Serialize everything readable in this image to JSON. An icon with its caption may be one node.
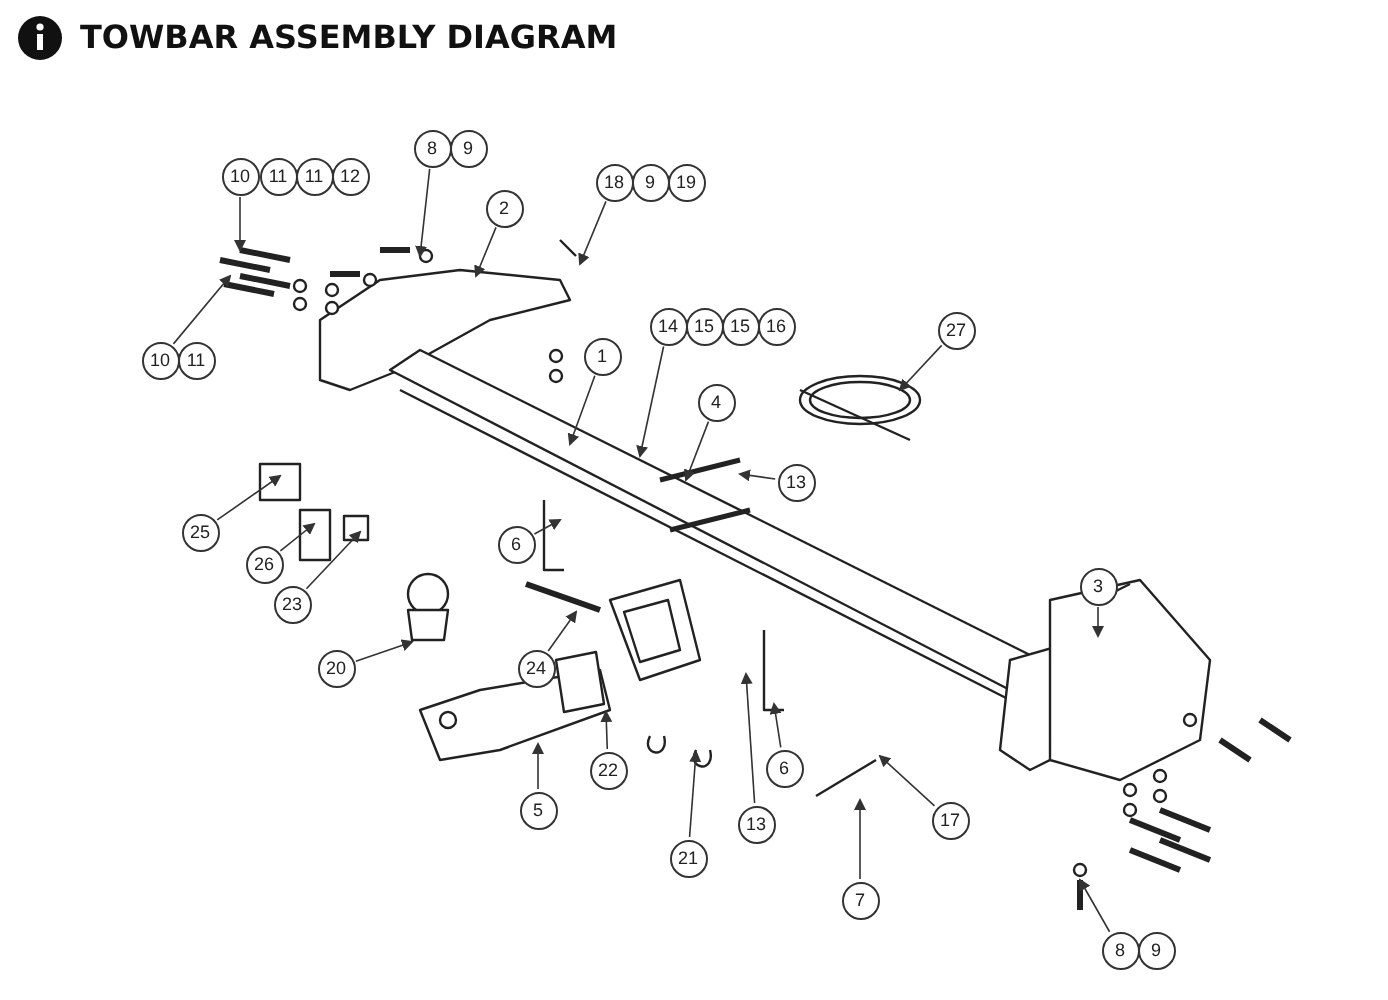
{
  "diagram": {
    "title": "TOWBAR ASSEMBLY DIAGRAM",
    "nodes": [
      {
        "text": [
          "8"
        ]
      },
      {
        "text": [
          "9"
        ]
      },
      {
        "text": [
          "10"
        ]
      },
      {
        "text": [
          "11"
        ]
      },
      {
        "text": [
          "11"
        ]
      },
      {
        "text": [
          "12"
        ]
      },
      {
        "text": [
          "18"
        ]
      },
      {
        "text": [
          "9"
        ]
      },
      {
        "text": [
          "19"
        ]
      },
      {
        "text": [
          "2"
        ]
      },
      {
        "text": [
          "10"
        ]
      },
      {
        "text": [
          "11"
        ]
      },
      {
        "text": [
          "14"
        ]
      },
      {
        "text": [
          "15"
        ]
      },
      {
        "text": [
          "15"
        ]
      },
      {
        "text": [
          "16"
        ]
      },
      {
        "text": [
          "27"
        ]
      },
      {
        "text": [
          "1"
        ]
      },
      {
        "text": [
          "4"
        ]
      },
      {
        "text": [
          "13"
        ]
      },
      {
        "text": [
          "25"
        ]
      },
      {
        "text": [
          "26"
        ]
      },
      {
        "text": [
          "23"
        ]
      },
      {
        "text": [
          "6"
        ]
      },
      {
        "text": [
          "3"
        ]
      },
      {
        "text": [
          "24"
        ]
      },
      {
        "text": [
          "20"
        ]
      },
      {
        "text": [
          "22"
        ]
      },
      {
        "text": [
          "5"
        ]
      },
      {
        "text": [
          "6"
        ]
      },
      {
        "text": [
          "17"
        ]
      },
      {
        "text": [
          "13"
        ]
      },
      {
        "text": [
          "21"
        ]
      },
      {
        "text": [
          "7"
        ]
      },
      {
        "text": [
          "8"
        ]
      },
      {
        "text": [
          "9"
        ]
      }
    ],
    "edges": [
      {
        "from": 0,
        "to": null,
        "arrow": "to"
      },
      {
        "from": 2,
        "to": null,
        "arrow": "to"
      },
      {
        "from": 6,
        "to": null,
        "arrow": "to"
      },
      {
        "from": 9,
        "to": null,
        "arrow": "to"
      },
      {
        "from": 10,
        "to": null,
        "arrow": "to"
      },
      {
        "from": 12,
        "to": null,
        "arrow": "to"
      },
      {
        "from": 16,
        "to": null,
        "arrow": "to"
      },
      {
        "from": 17,
        "to": null,
        "arrow": "to"
      },
      {
        "from": 18,
        "to": null,
        "arrow": "to"
      },
      {
        "from": 19,
        "to": null,
        "arrow": "to"
      },
      {
        "from": 20,
        "to": null,
        "arrow": "to"
      },
      {
        "from": 21,
        "to": null,
        "arrow": "to"
      },
      {
        "from": 22,
        "to": null,
        "arrow": "to"
      },
      {
        "from": 23,
        "to": null,
        "arrow": "to"
      },
      {
        "from": 24,
        "to": null,
        "arrow": "to"
      },
      {
        "from": 25,
        "to": null,
        "arrow": "to"
      },
      {
        "from": 26,
        "to": null,
        "arrow": "to"
      },
      {
        "from": 27,
        "to": null,
        "arrow": "to"
      },
      {
        "from": 28,
        "to": null,
        "arrow": "to"
      },
      {
        "from": 29,
        "to": null,
        "arrow": "to"
      },
      {
        "from": 30,
        "to": null,
        "arrow": "to"
      },
      {
        "from": 31,
        "to": null,
        "arrow": "to"
      },
      {
        "from": 32,
        "to": null,
        "arrow": "to"
      },
      {
        "from": 33,
        "to": null,
        "arrow": "to"
      },
      {
        "from": 34,
        "to": null,
        "arrow": "to"
      }
    ]
  }
}
